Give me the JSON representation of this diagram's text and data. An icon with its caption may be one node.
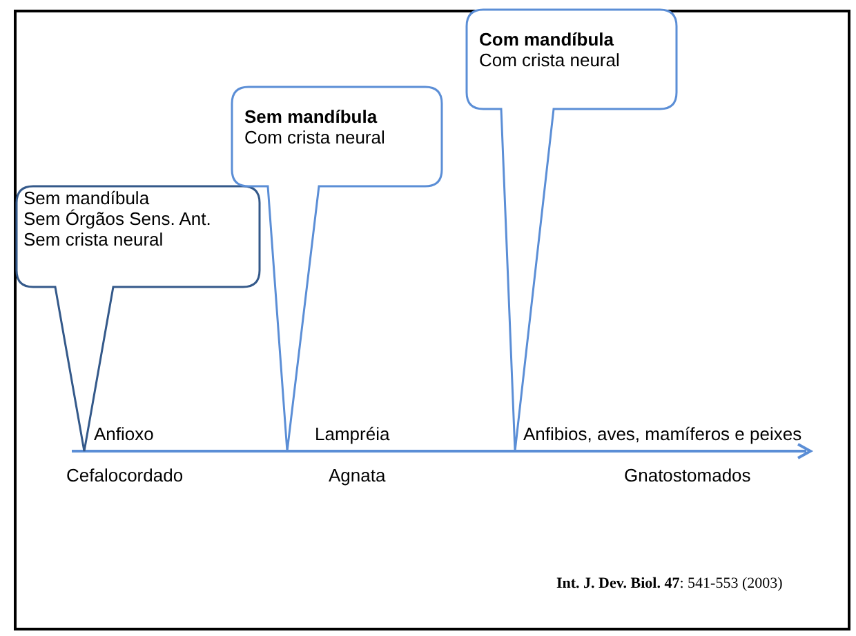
{
  "diagram": {
    "nodes": [
      {
        "text": [
          "Sem mandíbula",
          "Sem Órgãos Sens. Ant.",
          "Sem crista neural"
        ]
      },
      {
        "text": [
          "Sem mandíbula",
          "Com crista neural"
        ]
      },
      {
        "text": [
          "Com mandíbula",
          "Com crista neural"
        ]
      }
    ],
    "labels": [
      "Anfioxo",
      "Lampréia",
      "Anfibios, aves, mamíferos e peixes",
      "Cefalocordado",
      "Agnata",
      "Gnatostomados",
      "**Int. J. Dev. Biol. 47**: 541-553 (2003)"
    ]
  }
}
